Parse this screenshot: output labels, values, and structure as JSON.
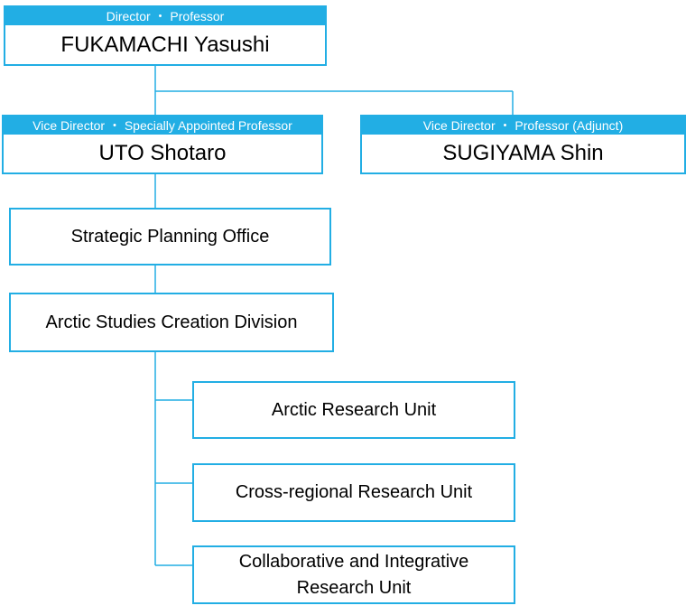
{
  "director": {
    "title": "Director ・ Professor",
    "name": "FUKAMACHI Yasushi"
  },
  "vice_director_1": {
    "title": "Vice Director ・ Specially Appointed Professor",
    "name": "UTO Shotaro"
  },
  "vice_director_2": {
    "title": "Vice Director ・ Professor (Adjunct)",
    "name": "SUGIYAMA Shin"
  },
  "offices": {
    "strategic_planning": "Strategic Planning Office",
    "arctic_studies_creation": "Arctic Studies Creation Division"
  },
  "units": [
    "Arctic Research Unit",
    "Cross-regional Research Unit",
    "Collaborative and Integrative Research Unit"
  ],
  "colors": {
    "accent": "#22aee4",
    "text": "#000000",
    "background": "#ffffff"
  }
}
